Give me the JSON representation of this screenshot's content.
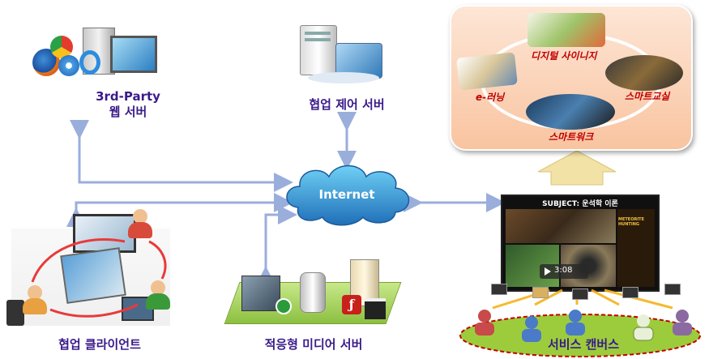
{
  "labels": {
    "third_party": "3rd-Party\n웹 서버",
    "collab_control": "협업 제어 서버",
    "internet": "Internet",
    "collab_client": "협업 클라이언트",
    "adaptive_media": "적응형 미디어 서버",
    "service_canvas": "서비스 캔버스"
  },
  "services": {
    "digital_signage": "디지털 사이니지",
    "elearning": "e-러닝",
    "smart_classroom": "스마트교실",
    "smart_work": "스마트워크"
  },
  "video": {
    "title": "SUBJECT: 운석학 이론",
    "side_title": "METEORITE HUNTING",
    "duration": "3:08"
  },
  "colors": {
    "connector": "#9aaedc",
    "cloud": "#2e8fd0",
    "label_text": "#3a1a8a",
    "service_text": "#c00000",
    "canvas_ellipse": "#9ccc3c"
  }
}
